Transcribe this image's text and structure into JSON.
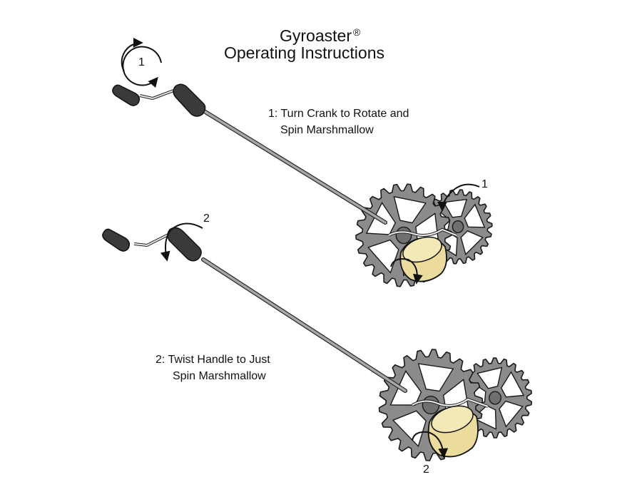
{
  "title": {
    "line1": "Gyroaster",
    "mark": "®",
    "line2": "Operating Instructions"
  },
  "steps": [
    {
      "line1": "1: Turn Crank to Rotate and",
      "line2": "Spin Marshmallow"
    },
    {
      "line1": "2: Twist Handle to Just",
      "line2": "Spin Marshmallow"
    }
  ],
  "callouts": {
    "crank_rotation": "1",
    "gear_rotation": "1",
    "handle_twist": "2",
    "marshmallow_spin": "2"
  },
  "icons": [
    "circular-arrow-icon",
    "curved-arrow-icon"
  ],
  "colors": {
    "gear": "#8b8b8b",
    "gear_outline": "#1a1a1a",
    "rod": "#9a9a9a",
    "grip": "#3a3a3a",
    "marshmallow": "#ebdc9e"
  }
}
